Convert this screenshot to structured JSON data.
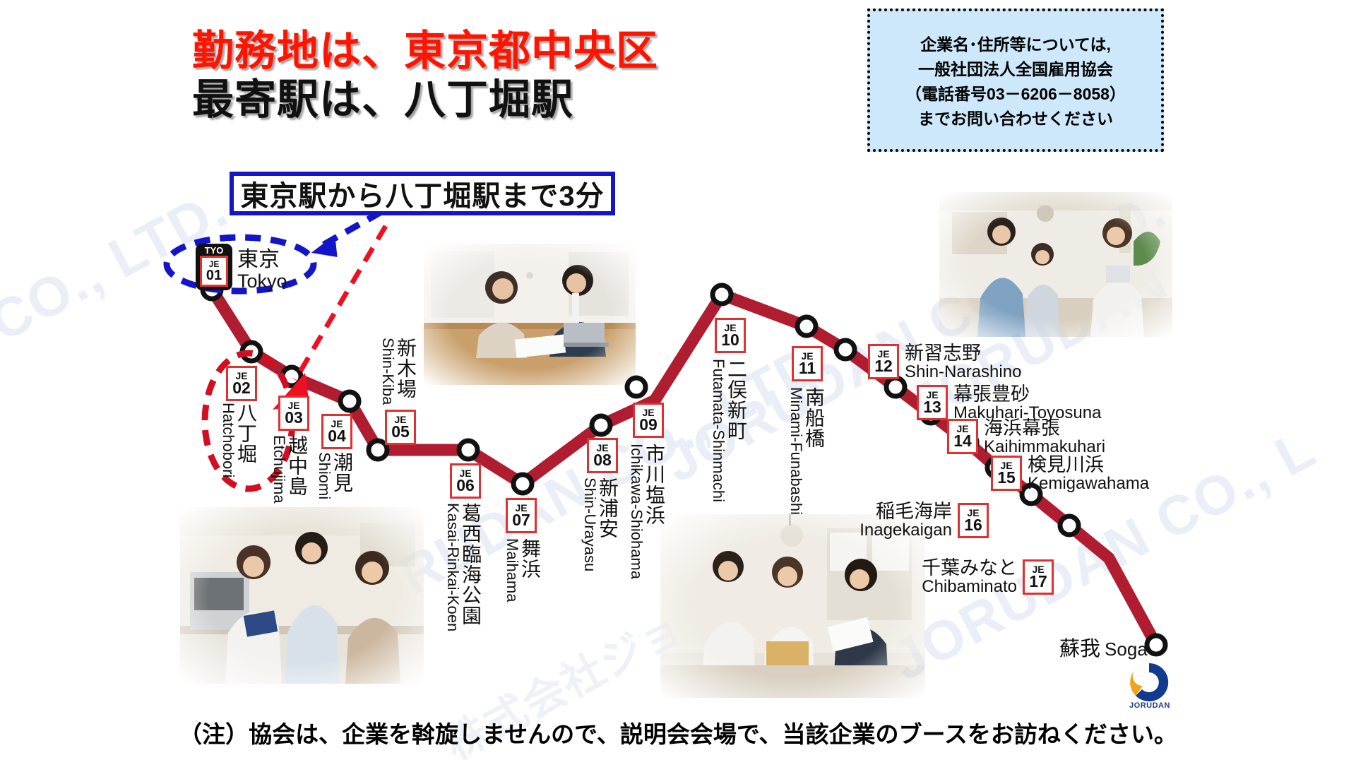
{
  "headline": {
    "line1": "勤務地は、東京都中央区",
    "line2": "最寄駅は、八丁堀駅",
    "line1_color": "#ff1400",
    "line2_color": "#111111"
  },
  "callout": {
    "text": "東京駅から八丁堀駅まで3分",
    "border_color": "#1414c8"
  },
  "info_box": {
    "background": "#cce8fa",
    "lines": [
      "企業名･住所等については,",
      "一般社団法人全国雇用協会",
      "（電話番号03－6206－8058）",
      "までお問い合わせください"
    ]
  },
  "footer": {
    "note": "（注）協会は、企業を斡旋しませんので、説明会会場で、当該企業のブースをお訪ねください。"
  },
  "line": {
    "name_color": "#b01c30",
    "prefix": "JE"
  },
  "stations": [
    {
      "code": "JE",
      "number": "01",
      "jp": "東京",
      "romaji": "Tokyo",
      "extra": "TYO",
      "highlight": "blue-ellipse"
    },
    {
      "code": "JE",
      "number": "02",
      "jp": "八丁堀",
      "romaji": "Hatchobori",
      "highlight": "red-ellipse"
    },
    {
      "code": "JE",
      "number": "03",
      "jp": "越中島",
      "romaji": "Etchujima"
    },
    {
      "code": "JE",
      "number": "04",
      "jp": "潮見",
      "romaji": "Shiomi"
    },
    {
      "code": "JE",
      "number": "05",
      "jp": "新木場",
      "romaji": "Shin-Kiba"
    },
    {
      "code": "JE",
      "number": "06",
      "jp": "葛西臨海公園",
      "romaji": "Kasai-Rinkai-Koen"
    },
    {
      "code": "JE",
      "number": "07",
      "jp": "舞浜",
      "romaji": "Maihama"
    },
    {
      "code": "JE",
      "number": "08",
      "jp": "新浦安",
      "romaji": "Shin-Urayasu"
    },
    {
      "code": "JE",
      "number": "09",
      "jp": "市川塩浜",
      "romaji": "Ichikawa-Shiohama"
    },
    {
      "code": "JE",
      "number": "10",
      "jp": "二俣新町",
      "romaji": "Futamata-Shinmachi"
    },
    {
      "code": "JE",
      "number": "11",
      "jp": "南船橋",
      "romaji": "Minami-Funabashi"
    },
    {
      "code": "JE",
      "number": "12",
      "jp": "新習志野",
      "romaji": "Shin-Narashino"
    },
    {
      "code": "JE",
      "number": "13",
      "jp": "幕張豊砂",
      "romaji": "Makuhari-Toyosuna"
    },
    {
      "code": "JE",
      "number": "14",
      "jp": "海浜幕張",
      "romaji": "Kaihimmakuhari"
    },
    {
      "code": "JE",
      "number": "15",
      "jp": "検見川浜",
      "romaji": "Kemigawahama"
    },
    {
      "code": "JE",
      "number": "16",
      "jp": "稲毛海岸",
      "romaji": "Inagekaigan"
    },
    {
      "code": "JE",
      "number": "17",
      "jp": "千葉みなと",
      "romaji": "Chibaminato"
    },
    {
      "code": "",
      "number": "",
      "jp": "蘇我",
      "romaji": "Soga"
    }
  ],
  "logo": {
    "wordmark": "JORUDAN"
  },
  "watermarks": [
    "CO., LTD.",
    "JORUDAN CO., LTD.",
    "JORUDAN CO., LTD.",
    "JORUDAN",
    "JORUDAN CO., L",
    "株式会社ジョルダン"
  ]
}
